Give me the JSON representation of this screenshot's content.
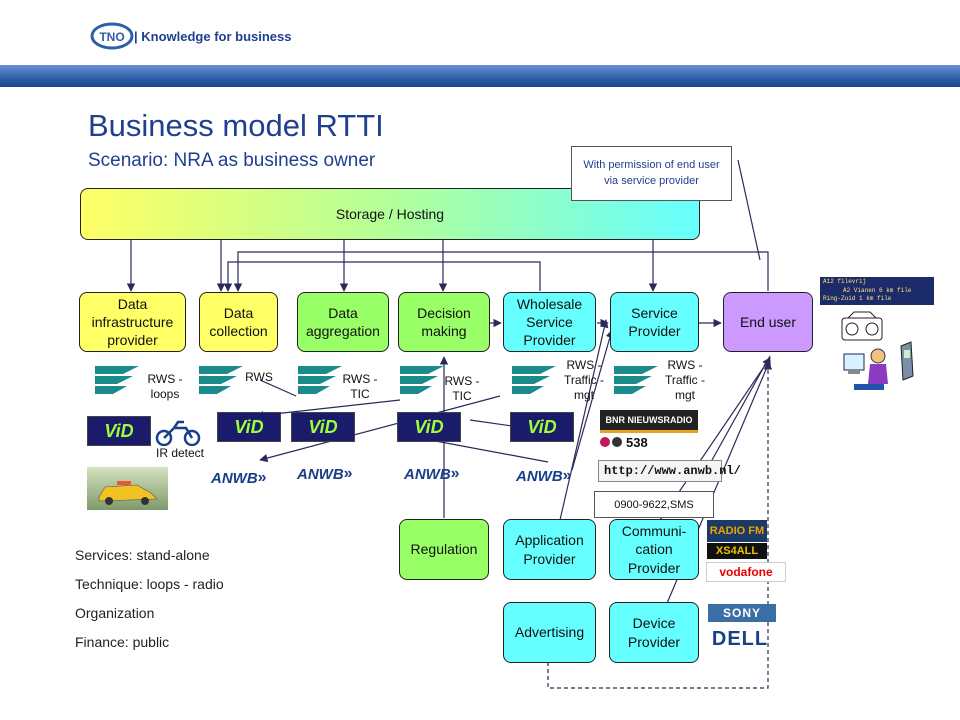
{
  "header": {
    "logo_text": "TNO",
    "tagline": "| Knowledge for business",
    "band_color": "#2e5fa8"
  },
  "title": "Business model RTTI",
  "subtitle": "Scenario: NRA as business owner",
  "storage": {
    "label": "Storage / Hosting"
  },
  "callout": {
    "text": "With permission of end user via service provider"
  },
  "chain": [
    {
      "label": "Data infrastructure provider"
    },
    {
      "label": "Data collection"
    },
    {
      "label": "Data aggregation"
    },
    {
      "label": "Decision making"
    },
    {
      "label": "Wholesale Service Provider"
    },
    {
      "label": "Service Provider"
    },
    {
      "label": "End user"
    }
  ],
  "rws_labels": [
    "RWS - loops",
    "RWS",
    "RWS - TIC",
    "RWS - TIC",
    "RWS - Traffic - mgt",
    "RWS - Traffic - mgt"
  ],
  "vid_text": "ViD",
  "anwb_text": "ANWB",
  "ir_detect": "IR detect",
  "media": {
    "bnr": "BNR NIEUWSRADIO",
    "radio538": "538",
    "url": "http://www.anwb.nl/",
    "sms": "0900-9622,SMS",
    "radio_fm": "RADIO FM",
    "xs4all": "XS4ALL",
    "vodafone": "vodafone",
    "sony": "SONY",
    "dell": "DELL"
  },
  "lower_boxes": {
    "regulation": "Regulation",
    "application": "Application Provider",
    "communication": "Communi- cation Provider",
    "advertising": "Advertising",
    "device": "Device Provider"
  },
  "road_sign": {
    "line1": "A12 filevrij",
    "line2": "A2 Vianen 6 km file",
    "line3": "Ring-Zuid 1 km file"
  },
  "footer": [
    "Services: stand-alone",
    "Technique: loops - radio",
    "Organization",
    "Finance: public"
  ],
  "colors": {
    "yellow": "#ffff66",
    "green": "#99ff66",
    "cyan": "#66ffff",
    "purple": "#cc99ff",
    "title": "#1f3f8f"
  }
}
